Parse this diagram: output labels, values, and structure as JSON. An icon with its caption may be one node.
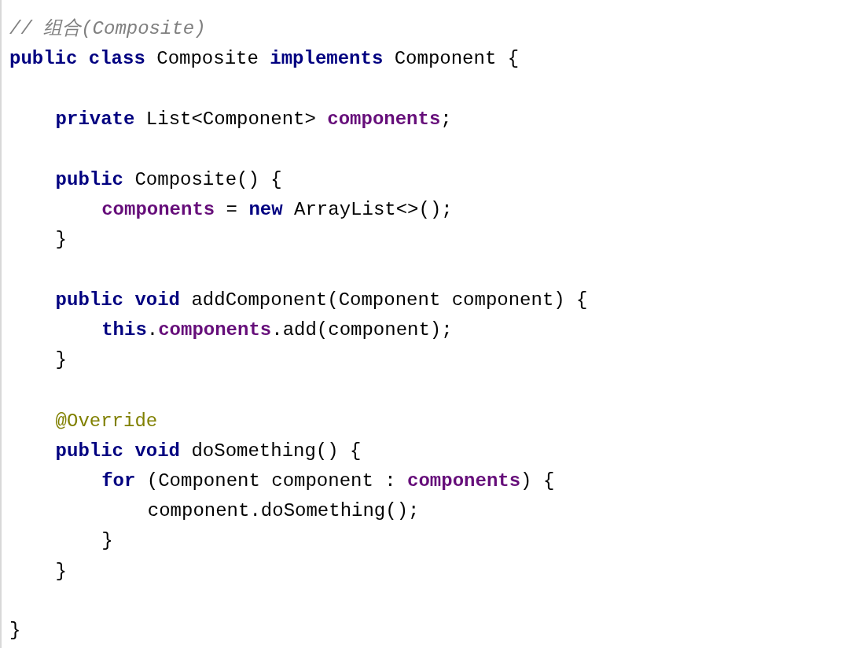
{
  "diagram": {
    "labels": [
      "// 组合(Composite)",
      "**public class** Composite **implements** Component {",
      "**private** List<Component> **components**;",
      "**public** Composite() {",
      "**components** = **new** ArrayList<>();",
      "}",
      "**public void** addComponent(Component component) {",
      "**this**.**components**.add(component);",
      "}",
      "@Override",
      "**public void** doSomething() {",
      "**for** (Component component : **components**) {",
      "component.doSomething();",
      "}",
      "}",
      "}"
    ]
  }
}
